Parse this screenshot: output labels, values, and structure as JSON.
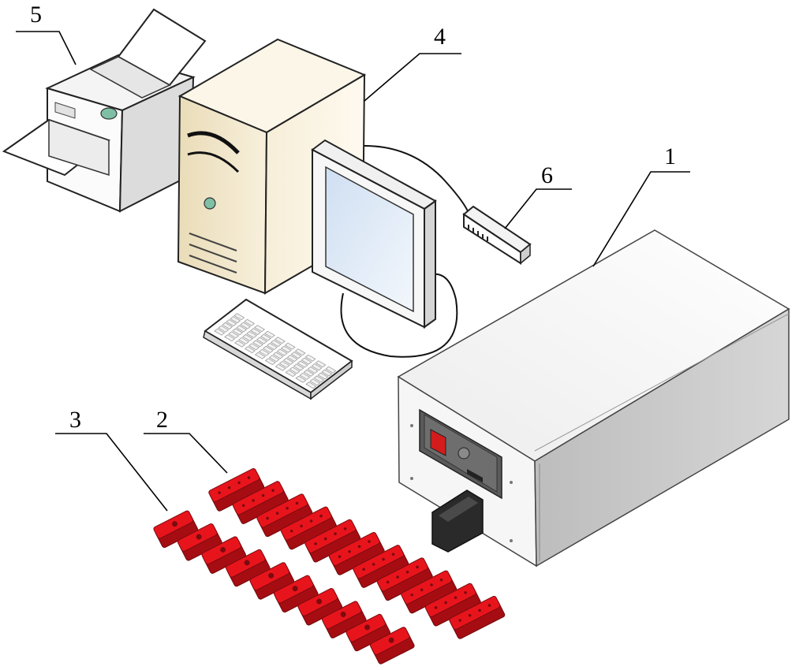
{
  "callouts": [
    {
      "id": "1",
      "text": "1",
      "part": "main-unit"
    },
    {
      "id": "2",
      "text": "2",
      "part": "sample-holders-row-2"
    },
    {
      "id": "3",
      "text": "3",
      "part": "sample-holders-row-3"
    },
    {
      "id": "4",
      "text": "4",
      "part": "computer-tower"
    },
    {
      "id": "5",
      "text": "5",
      "part": "printer"
    },
    {
      "id": "6",
      "text": "6",
      "part": "usb-hub"
    }
  ],
  "holders": {
    "row2_count": 11,
    "row3_count": 10
  },
  "colors": {
    "holder": "#e8141c",
    "holder_dark": "#a50d12",
    "tower": "#f1e6c8",
    "unit_side": "#c9c9c9",
    "monitor_screen": "#dde8f5"
  }
}
